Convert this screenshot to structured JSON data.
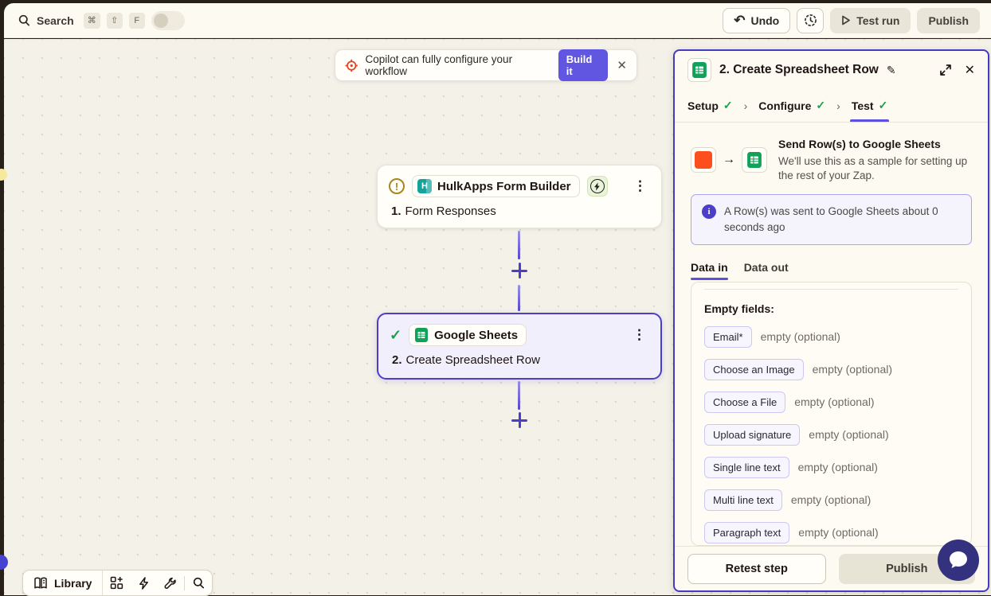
{
  "topbar": {
    "search_label": "Search",
    "shortcut_keys": [
      "⌘",
      "⇧",
      "F"
    ],
    "undo_label": "Undo",
    "test_run_label": "Test run",
    "publish_label": "Publish"
  },
  "copilot_banner": {
    "message": "Copilot can fully configure your workflow",
    "build_button_label": "Build it"
  },
  "canvas": {
    "nodes": [
      {
        "app_name": "HulkApps Form Builder",
        "app_initial": "H",
        "step_number": "1.",
        "step_title": "Form Responses"
      },
      {
        "app_name": "Google Sheets",
        "step_number": "2.",
        "step_title": "Create Spreadsheet Row"
      }
    ]
  },
  "panel": {
    "title": "2. Create Spreadsheet Row",
    "steps": [
      {
        "label": "Setup"
      },
      {
        "label": "Configure"
      },
      {
        "label": "Test"
      }
    ],
    "action_title": "Send Row(s) to Google Sheets",
    "action_subtitle": "We'll use this as a sample for setting up the rest of your Zap.",
    "info_message": "A Row(s) was sent to Google Sheets about 0 seconds ago",
    "data_tabs": [
      {
        "label": "Data in"
      },
      {
        "label": "Data out"
      }
    ],
    "empty_fields_label": "Empty fields:",
    "fields": [
      {
        "name": "Email*",
        "value": "empty (optional)"
      },
      {
        "name": "Choose an Image",
        "value": "empty (optional)"
      },
      {
        "name": "Choose a File",
        "value": "empty (optional)"
      },
      {
        "name": "Upload signature",
        "value": "empty (optional)"
      },
      {
        "name": "Single line text",
        "value": "empty (optional)"
      },
      {
        "name": "Multi line text",
        "value": "empty (optional)"
      },
      {
        "name": "Paragraph text",
        "value": "empty (optional)"
      }
    ],
    "retest_button_label": "Retest step",
    "publish_button_label": "Publish"
  },
  "bottom_toolbar": {
    "library_label": "Library"
  },
  "colors": {
    "accent_purple": "#4B3EC8",
    "zapier_orange": "#FD4E1D",
    "success_green": "#1E9E4E",
    "sheets_green": "#12A159",
    "hulkapps_teal": "#14A39B",
    "chat_indigo": "#34317E"
  }
}
